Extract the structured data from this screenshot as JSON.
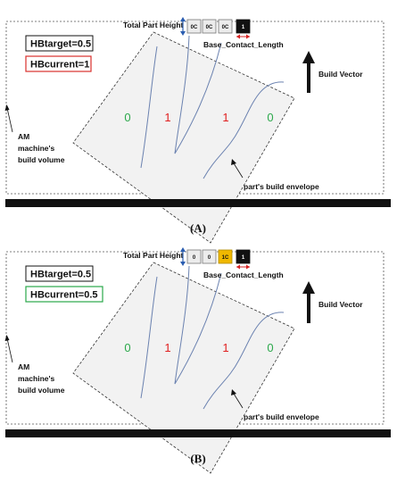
{
  "colors": {
    "zero": "#2aa84a",
    "one": "#e02020",
    "curve": "#6b82b0",
    "envelope_fill": "#f2f2f2",
    "hb_current_bad": "#d9302c",
    "hb_current_good": "#2aa84a",
    "cell_highlight": "#f0b800",
    "cell_dark": "#111111",
    "cell_normal": "#ececec",
    "arrow_red": "#d62020",
    "arrow_blue": "#2a5db0",
    "ground": "#111111"
  },
  "panels": [
    {
      "caption": "(A)",
      "hb_target": "HBtarget=0.5",
      "hb_current": "HBcurrent=1",
      "hb_current_status": "bad",
      "total_part_height": "Total Part Height",
      "cells": [
        {
          "text": "0C",
          "style": "normal"
        },
        {
          "text": "0C",
          "style": "normal"
        },
        {
          "text": "0C",
          "style": "normal"
        },
        {
          "text": "1",
          "style": "dark"
        }
      ],
      "base_contact_length": "Base_Contact_Length",
      "build_vector": "Build Vector",
      "regions": [
        "0",
        "1",
        "1",
        "0"
      ],
      "machine_label": [
        "AM",
        "machine's",
        "build volume"
      ],
      "envelope_label": "part's build envelope"
    },
    {
      "caption": "(B)",
      "hb_target": "HBtarget=0.5",
      "hb_current": "HBcurrent=0.5",
      "hb_current_status": "good",
      "total_part_height": "Total Part Height",
      "cells": [
        {
          "text": "0",
          "style": "normal"
        },
        {
          "text": "0",
          "style": "normal"
        },
        {
          "text": "1C",
          "style": "highlight"
        },
        {
          "text": "1",
          "style": "dark"
        }
      ],
      "base_contact_length": "Base_Contact_Length",
      "build_vector": "Build Vector",
      "regions": [
        "0",
        "1",
        "1",
        "0"
      ],
      "machine_label": [
        "AM",
        "machine's",
        "build volume"
      ],
      "envelope_label": "part's build envelope"
    }
  ]
}
